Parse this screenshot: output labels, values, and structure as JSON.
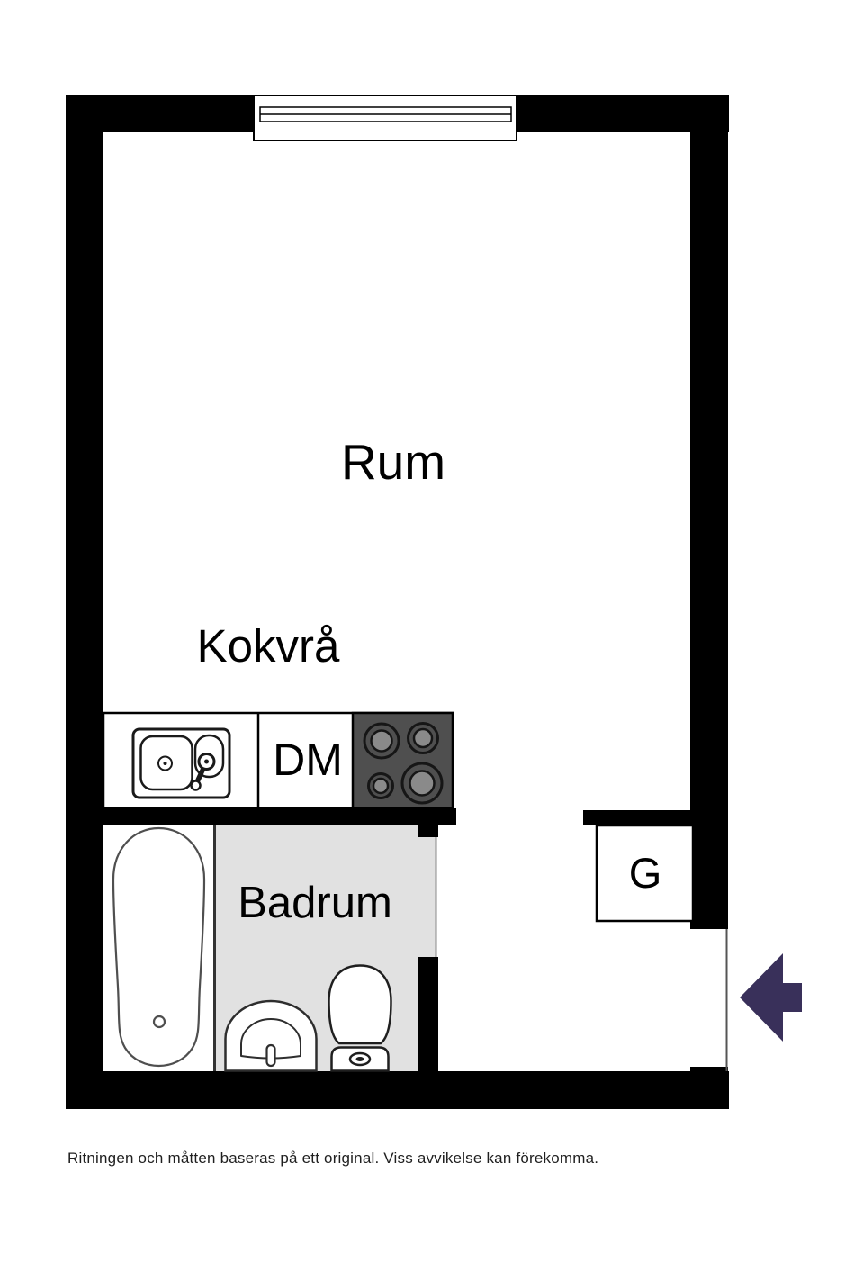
{
  "labels": {
    "room": "Rum",
    "kitchenette": "Kokvrå",
    "dishwasher": "DM",
    "bathroom": "Badrum",
    "closet": "G"
  },
  "disclaimer": "Ritningen och måtten baseras på ett original. Viss avvikelse kan förekomma.",
  "colors": {
    "wall": "#000000",
    "bathroom_floor": "#e1e1e1",
    "stove_top": "#4f4f4f",
    "burner_center": "#8a8a8a",
    "entry_arrow": "#39305a",
    "fixture_line": "#2e2e2e"
  },
  "icons": {
    "window": "window-icon",
    "kitchen_sink": "kitchen-sink-icon",
    "stove": "stove-icon",
    "bathtub": "bathtub-icon",
    "washbasin": "washbasin-icon",
    "toilet": "toilet-icon",
    "entry_arrow": "entry-arrow-icon"
  }
}
